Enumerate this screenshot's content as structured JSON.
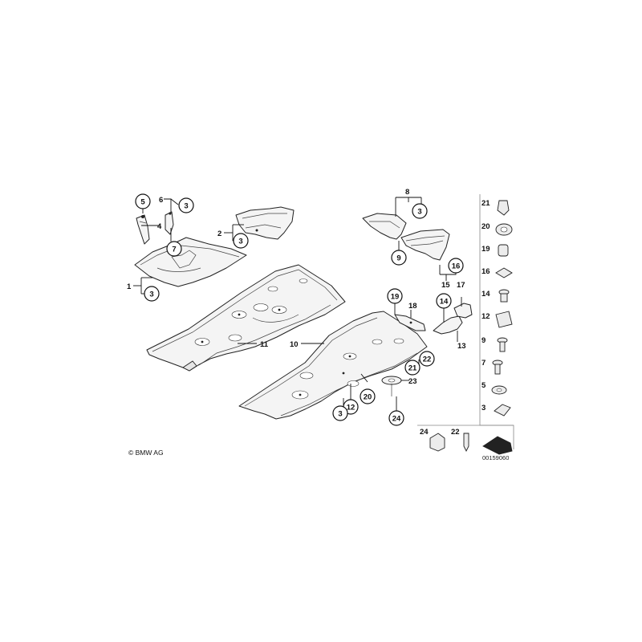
{
  "copyright": "© BMW AG",
  "diagram_code": "00159060",
  "callouts": [
    "1",
    "2",
    "3",
    "4",
    "5",
    "6",
    "7",
    "8",
    "9",
    "10",
    "11",
    "12",
    "13",
    "14",
    "15",
    "16",
    "17",
    "18",
    "19",
    "20",
    "21",
    "22",
    "23",
    "24"
  ],
  "legend": {
    "column": [
      "21",
      "20",
      "19",
      "16",
      "14",
      "12",
      "9",
      "7",
      "5",
      "3"
    ],
    "bottom": [
      "24",
      "22"
    ]
  }
}
